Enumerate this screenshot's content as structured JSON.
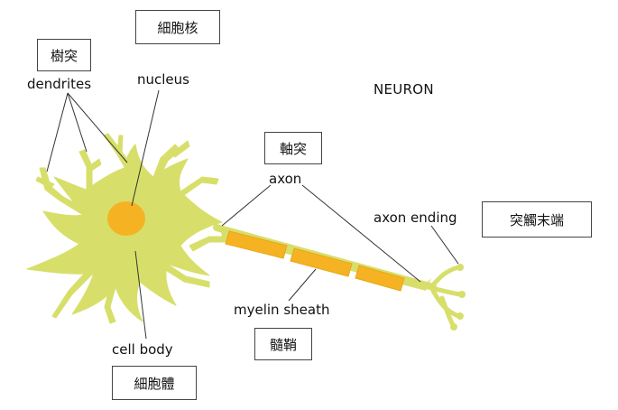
{
  "diagram": {
    "title": "NEURON",
    "labels": {
      "dendrites": "dendrites",
      "nucleus": "nucleus",
      "axon": "axon",
      "axon_ending": "axon ending",
      "myelin_sheath": "myelin sheath",
      "cell_body": "cell body"
    },
    "chinese_labels": {
      "dendrites": "樹突",
      "nucleus": "細胞核",
      "axon": "軸突",
      "axon_ending": "突觸末端",
      "myelin_sheath": "髓鞘",
      "cell_body": "細胞體"
    },
    "colors": {
      "cell": "#d7df6a",
      "nucleus": "#f5b324",
      "myelin": "#f5b324",
      "lines": "#333333"
    }
  }
}
